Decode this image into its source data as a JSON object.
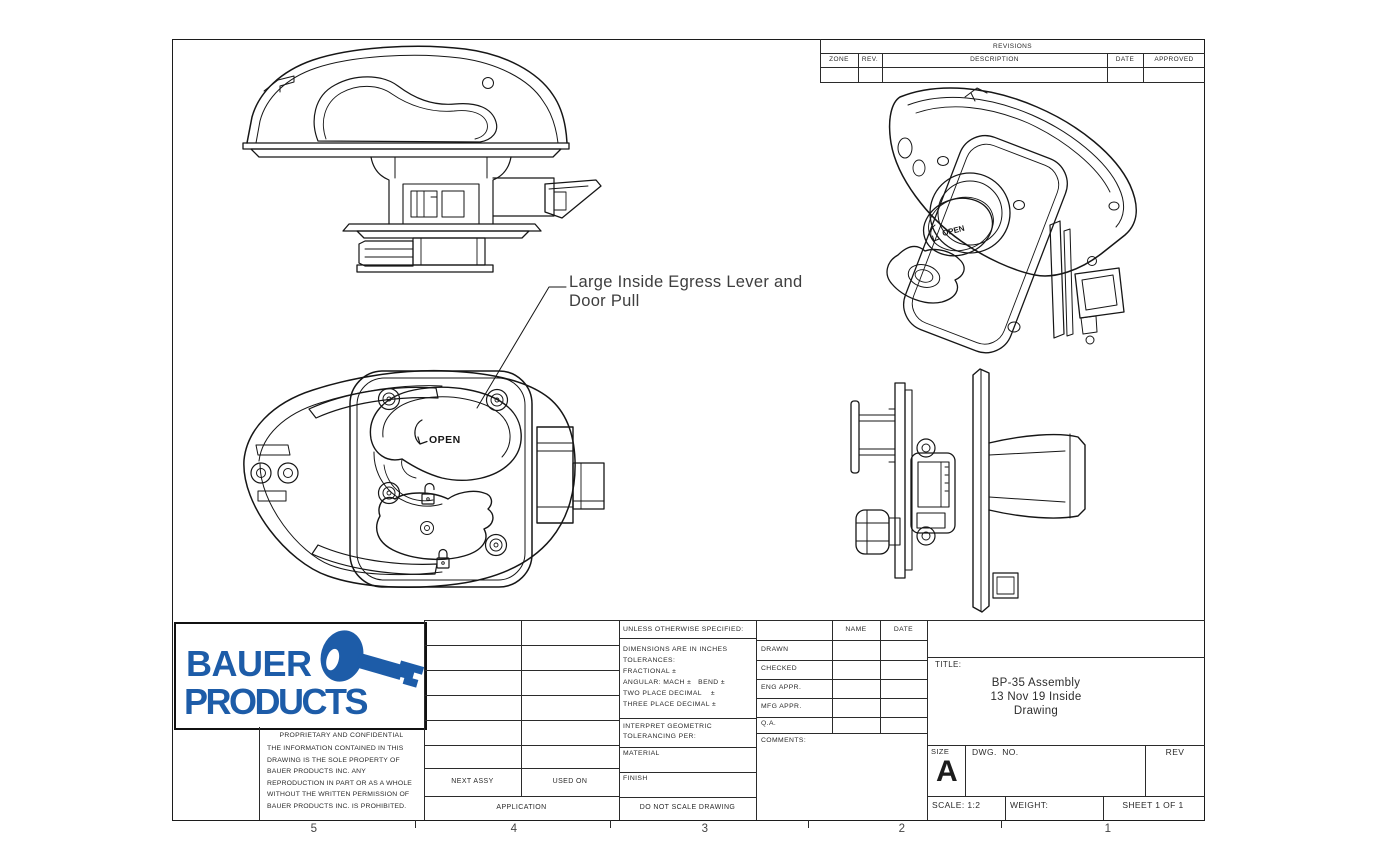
{
  "annotation": {
    "line1": "Large Inside Egress Lever and",
    "line2": "Door Pull"
  },
  "revisions": {
    "header": "REVISIONS",
    "columns": [
      "ZONE",
      "REV.",
      "DESCRIPTION",
      "DATE",
      "APPROVED"
    ]
  },
  "zones": {
    "bottom": [
      "5",
      "4",
      "3",
      "2",
      "1"
    ]
  },
  "logo": {
    "line1": "BAUER",
    "line2": "PRODUCTS"
  },
  "proprietary": {
    "heading": "PROPRIETARY AND CONFIDENTIAL",
    "body": "THE INFORMATION CONTAINED IN THIS DRAWING IS THE SOLE PROPERTY OF BAUER PRODUCTS INC. ANY REPRODUCTION IN PART OR AS A WHOLE WITHOUT THE WRITTEN PERMISSION OF BAUER PRODUCTS INC. IS PROHIBITED."
  },
  "application": {
    "next_assy": "NEXT ASSY",
    "used_on": "USED ON",
    "label": "APPLICATION"
  },
  "specs": {
    "unless": "UNLESS OTHERWISE SPECIFIED:",
    "tol_lines": [
      "DIMENSIONS ARE IN INCHES",
      "TOLERANCES:",
      "FRACTIONAL ±",
      "ANGULAR: MACH ±   BEND ±",
      "TWO PLACE DECIMAL    ±",
      "THREE PLACE DECIMAL ±"
    ],
    "interpret": "INTERPRET GEOMETRIC TOLERANCING PER:",
    "material": "MATERIAL",
    "finish": "FINISH",
    "do_not_scale": "DO NOT SCALE DRAWING"
  },
  "approvals": {
    "name": "NAME",
    "date": "DATE",
    "rows": [
      "DRAWN",
      "CHECKED",
      "ENG APPR.",
      "MFG APPR.",
      "Q.A."
    ],
    "comments": "COMMENTS:"
  },
  "title_block": {
    "title_label": "TITLE:",
    "title1": "BP-35 Assembly",
    "title2": "13 Nov 19 Inside",
    "title3": "Drawing",
    "size_label": "SIZE",
    "size": "A",
    "dwg_no_label": "DWG.  NO.",
    "rev_label": "REV",
    "scale": "SCALE: 1:2",
    "weight": "WEIGHT:",
    "sheet": "SHEET 1 OF 1"
  },
  "views": {
    "open_front": "OPEN",
    "open_iso": "OPEN"
  },
  "colors": {
    "logo_blue": "#1d5ca8",
    "line": "#1a1a1a"
  }
}
